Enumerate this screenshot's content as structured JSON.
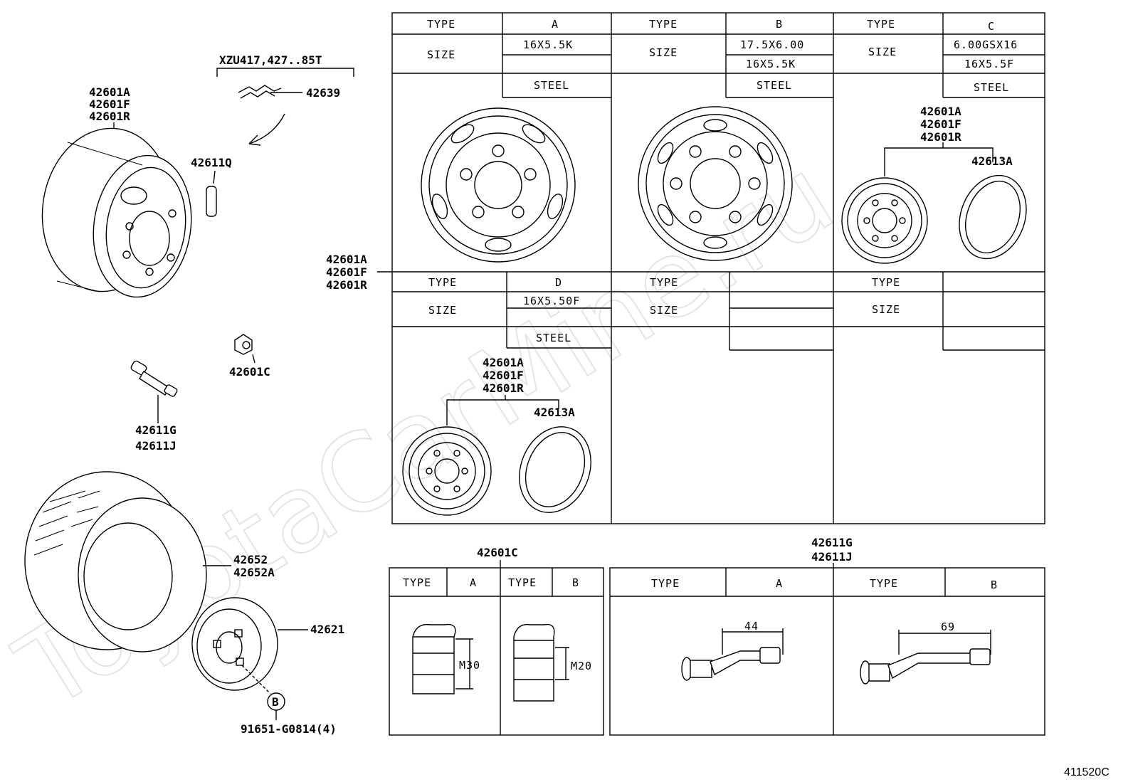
{
  "watermark": "ToyotaCarMine.ru",
  "diagram_id": "411520C",
  "labels": {
    "applicability": "XZU417,427..85T",
    "wheel_left": [
      "42601A",
      "42601F",
      "42601R"
    ],
    "clip": "42639",
    "valve_cap": "42611Q",
    "nut": "42601C",
    "valve_stem": [
      "42611G",
      "42611J"
    ],
    "tire": [
      "42652",
      "42652A"
    ],
    "hub_cap": "42621",
    "bolt_ref": "B",
    "bolt": "91651-G0814(4)",
    "wheel_mid_callout": [
      "42601A",
      "42601F",
      "42601R"
    ],
    "wheel_c": [
      "42601A",
      "42601F",
      "42601R"
    ],
    "ring_c": "42613A",
    "wheel_d": [
      "42601A",
      "42601F",
      "42601R"
    ],
    "ring_d": "42613A",
    "nut_table_title": "42601C",
    "valve_table_title": [
      "42611G",
      "42611J"
    ]
  },
  "wheel_table": {
    "type_label": "TYPE",
    "size_label": "SIZE",
    "cells": [
      {
        "type": "A",
        "sizes": [
          "16X5.5K",
          ""
        ],
        "material": "STEEL"
      },
      {
        "type": "B",
        "sizes": [
          "17.5X6.00",
          "16X5.5K"
        ],
        "material": "STEEL"
      },
      {
        "type": "C",
        "sizes": [
          "6.00GSX16",
          "16X5.5F"
        ],
        "material": "STEEL"
      },
      {
        "type": "D",
        "sizes": [
          "16X5.50F"
        ],
        "material": "STEEL"
      },
      {
        "type": "",
        "sizes": [
          "",
          ""
        ],
        "material": ""
      },
      {
        "type": "",
        "sizes": [
          ""
        ],
        "material": ""
      }
    ]
  },
  "nut_table": {
    "type_label": "TYPE",
    "types": [
      "A",
      "B"
    ],
    "dims": [
      "M30",
      "M20"
    ]
  },
  "valve_table": {
    "type_label": "TYPE",
    "types": [
      "A",
      "B"
    ],
    "dims": [
      "44",
      "69"
    ]
  }
}
